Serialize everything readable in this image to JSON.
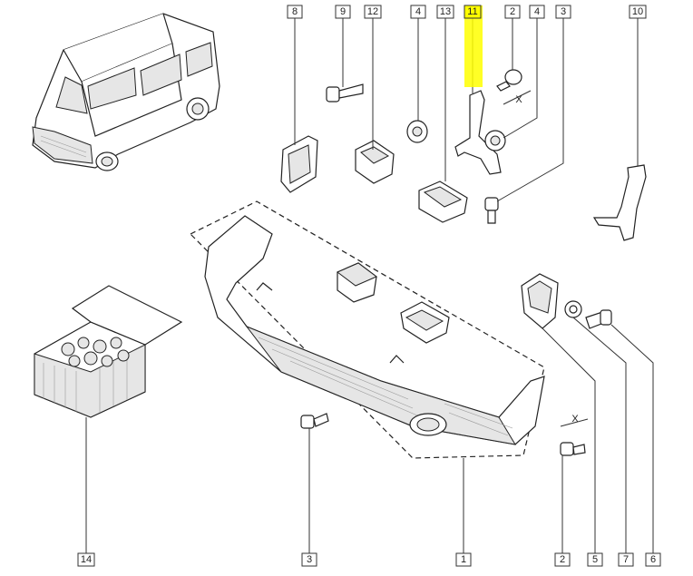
{
  "callouts": {
    "top": [
      {
        "id": "c8",
        "label": "8"
      },
      {
        "id": "c9",
        "label": "9"
      },
      {
        "id": "c12",
        "label": "12"
      },
      {
        "id": "c4a",
        "label": "4"
      },
      {
        "id": "c13",
        "label": "13"
      },
      {
        "id": "c11",
        "label": "11"
      },
      {
        "id": "c2a",
        "label": "2"
      },
      {
        "id": "c4b",
        "label": "4"
      },
      {
        "id": "c3a",
        "label": "3"
      },
      {
        "id": "c10",
        "label": "10"
      }
    ],
    "bottom": [
      {
        "id": "c14",
        "label": "14"
      },
      {
        "id": "c3b",
        "label": "3"
      },
      {
        "id": "c1",
        "label": "1"
      },
      {
        "id": "c2b",
        "label": "2"
      },
      {
        "id": "c5",
        "label": "5"
      },
      {
        "id": "c7",
        "label": "7"
      },
      {
        "id": "c6",
        "label": "6"
      }
    ]
  },
  "highlight_color": "#ffff00",
  "dimension_marks": [
    "X",
    "X"
  ]
}
